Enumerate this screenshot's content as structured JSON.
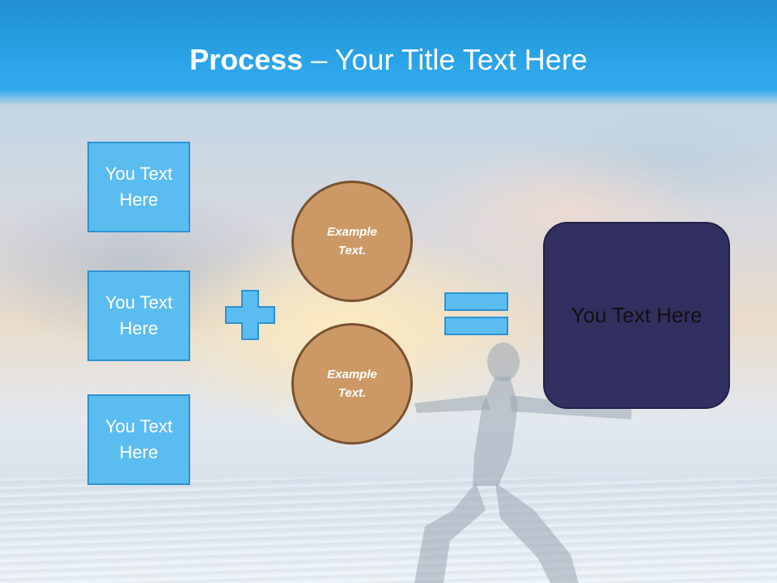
{
  "slide": {
    "title_bold": "Process",
    "title_rest": " – Your Title Text Here"
  },
  "left_boxes": [
    {
      "label": "You Text Here"
    },
    {
      "label": "You Text Here"
    },
    {
      "label": "You Text Here"
    }
  ],
  "operators": {
    "plus": "plus-icon",
    "equals": "equals-icon"
  },
  "circles": [
    {
      "label": "Example Text."
    },
    {
      "label": "Example Text."
    }
  ],
  "result_box": {
    "label": "You Text Here"
  },
  "colors": {
    "header_blue": "#2aa3e6",
    "box_fill": "#5bbcef",
    "box_border": "#2c93d2",
    "circle_fill": "#cc9966",
    "circle_border": "#7a5230",
    "result_fill": "#323060"
  }
}
